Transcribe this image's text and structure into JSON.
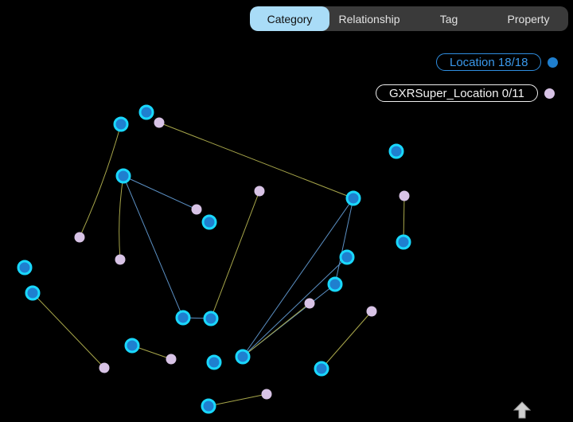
{
  "tabs": [
    {
      "label": "Category",
      "active": true
    },
    {
      "label": "Relationship",
      "active": false
    },
    {
      "label": "Tag",
      "active": false
    },
    {
      "label": "Property",
      "active": false
    }
  ],
  "legend": [
    {
      "label": "Location 18/18",
      "color": "#1f7fcf"
    },
    {
      "label": "GXRSuper_Location 0/11",
      "color": "#d8c3e6"
    }
  ],
  "colors": {
    "location_fill": "#1f7fcf",
    "location_stroke": "#19d8ff",
    "super_fill": "#d8c3e6",
    "edge_yellow": "#a7a64a",
    "edge_blue": "#5b90c4"
  },
  "icons": {
    "scroll_top": "up-arrow-icon"
  }
}
